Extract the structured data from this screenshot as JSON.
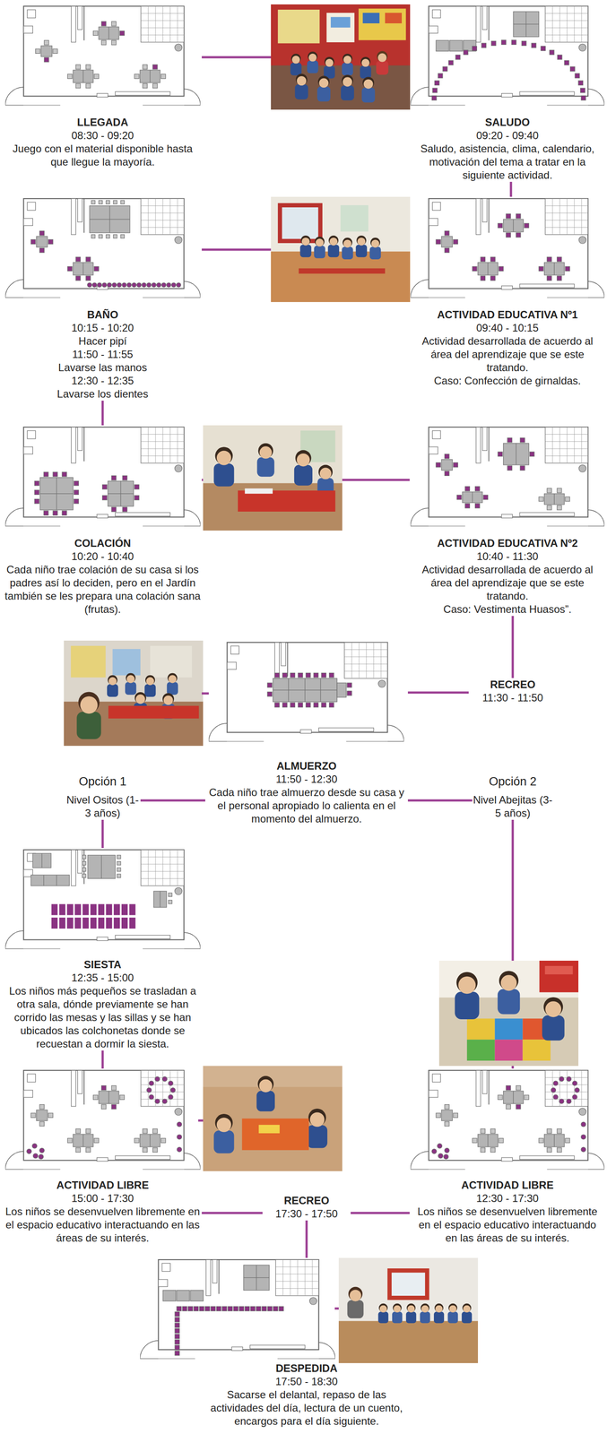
{
  "diagram": {
    "nodes": [
      {
        "text": [
          "LLEGADA",
          "08:30 - 09:20",
          "Juego con el material disponible hasta que llegue la mayoría."
        ]
      },
      {
        "text": [
          "SALUDO",
          "09:20 - 09:40",
          "Saludo, asistencia, clima, calendario, motivación del tema a tratar en la siguiente actividad."
        ]
      },
      {
        "text": [
          "BAÑO",
          "10:15 - 10:20",
          "Hacer pipí",
          "11:50 - 11:55",
          "Lavarse las manos",
          "12:30 - 12:35",
          "Lavarse los dientes"
        ]
      },
      {
        "text": [
          "ACTIVIDAD EDUCATIVA Nº1",
          "09:40 - 10:15",
          "Actividad desarrollada de acuerdo al área del aprendizaje que se este tratando.",
          "Caso: Confección de girnaldas."
        ]
      },
      {
        "text": [
          "COLACIÓN",
          "10:20 - 10:40",
          "Cada niño trae colación de su casa si los padres así lo deciden, pero en el Jardín también se les prepara una colación sana (frutas)."
        ]
      },
      {
        "text": [
          "ACTIVIDAD EDUCATIVA Nº2",
          "10:40 - 11:30",
          "Actividad desarrollada de acuerdo al área del aprendizaje que se este tratando.",
          "Caso: Vestimenta Huasos”."
        ]
      },
      {
        "text": [
          "RECREO",
          "11:30 - 11:50"
        ]
      },
      {
        "text": [
          "ALMUERZO",
          "11:50 - 12:30",
          "Cada niño trae almuerzo desde su casa y el personal apropiado lo calienta en el momento del almuerzo."
        ]
      },
      {
        "text": [
          "SIESTA",
          "12:35 - 15:00",
          "Los niños más pequeños se trasladan a otra sala, dónde previamente se han corrido las mesas y las sillas y se han ubicados las colchonetas donde se recuestan a dormir la siesta."
        ]
      },
      {
        "text": [
          "ACTIVIDAD LIBRE",
          "15:00 - 17:30",
          "Los niños se desenvuelven libremente en el espacio educativo interactuando en las áreas de su interés."
        ]
      },
      {
        "text": [
          "ACTIVIDAD LIBRE",
          "12:30 - 17:30",
          "Los niños se desenvuelven libremente en el espacio educativo interactuando en las áreas de su interés."
        ]
      },
      {
        "text": [
          "RECREO",
          "17:30 - 17:50"
        ]
      },
      {
        "text": [
          "DESPEDIDA",
          "17:50 - 18:30",
          "Sacarse el delantal, repaso de las actividades del día, lectura de un cuento, encargos para el día siguiente."
        ]
      }
    ],
    "edges": [
      {
        "from": 0,
        "to": 1,
        "arrow": "none"
      },
      {
        "from": 1,
        "to": 3,
        "arrow": "none"
      },
      {
        "from": 3,
        "to": 2,
        "arrow": "none"
      },
      {
        "from": 2,
        "to": 4,
        "arrow": "none"
      },
      {
        "from": 4,
        "to": 5,
        "arrow": "none"
      },
      {
        "from": 5,
        "to": 6,
        "arrow": "none"
      },
      {
        "from": 6,
        "to": 7,
        "arrow": "none"
      },
      {
        "from": 7,
        "to": 8,
        "arrow": "none"
      },
      {
        "from": 7,
        "to": 10,
        "arrow": "none"
      },
      {
        "from": 8,
        "to": 9,
        "arrow": "none"
      },
      {
        "from": 9,
        "to": 11,
        "arrow": "none"
      },
      {
        "from": 10,
        "to": 11,
        "arrow": "none"
      },
      {
        "from": 11,
        "to": 12,
        "arrow": "none"
      }
    ],
    "labels": [
      "Opción 1",
      "Nivel Ositos (1-3 años)",
      "Opción 2",
      "Nivel Abejitas (3-5 años)"
    ]
  }
}
